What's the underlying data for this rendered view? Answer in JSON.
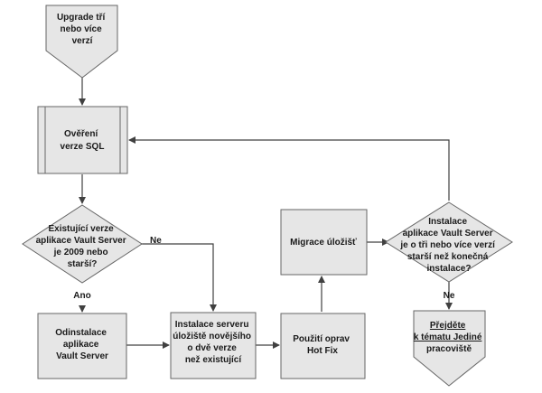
{
  "nodes": {
    "start": {
      "lines": [
        "Upgrade tří",
        "nebo více",
        "verzí"
      ]
    },
    "verify_sql": {
      "lines": [
        "Ověření",
        "verze SQL"
      ]
    },
    "decision_2009": {
      "lines": [
        "Existující verze",
        "aplikace Vault Server",
        "je 2009 nebo",
        "starší?"
      ]
    },
    "uninstall": {
      "lines": [
        "Odinstalace",
        "aplikace",
        "Vault Server"
      ]
    },
    "install_vault": {
      "lines": [
        "Instalace serveru",
        "úložiště novějšího",
        "o dvě verze",
        "než existující"
      ]
    },
    "hotfix": {
      "lines": [
        "Použití oprav",
        "Hot Fix"
      ]
    },
    "migrate": {
      "lines": [
        "Migrace úložišť"
      ]
    },
    "decision_three": {
      "lines": [
        "Instalace",
        "aplikace Vault Server",
        "je o tři nebo více verzí",
        "starší než konečná",
        "instalace?"
      ]
    },
    "end_link": {
      "lines": [
        "Přejděte",
        "k tématu Jediné",
        "pracoviště"
      ]
    }
  },
  "edge_labels": {
    "no_2009": "Ne",
    "yes_2009": "Ano",
    "no_three": "Ne"
  },
  "colors": {
    "node_fill": "#e6e6e6",
    "node_stroke": "#666666",
    "edge": "#404040"
  }
}
